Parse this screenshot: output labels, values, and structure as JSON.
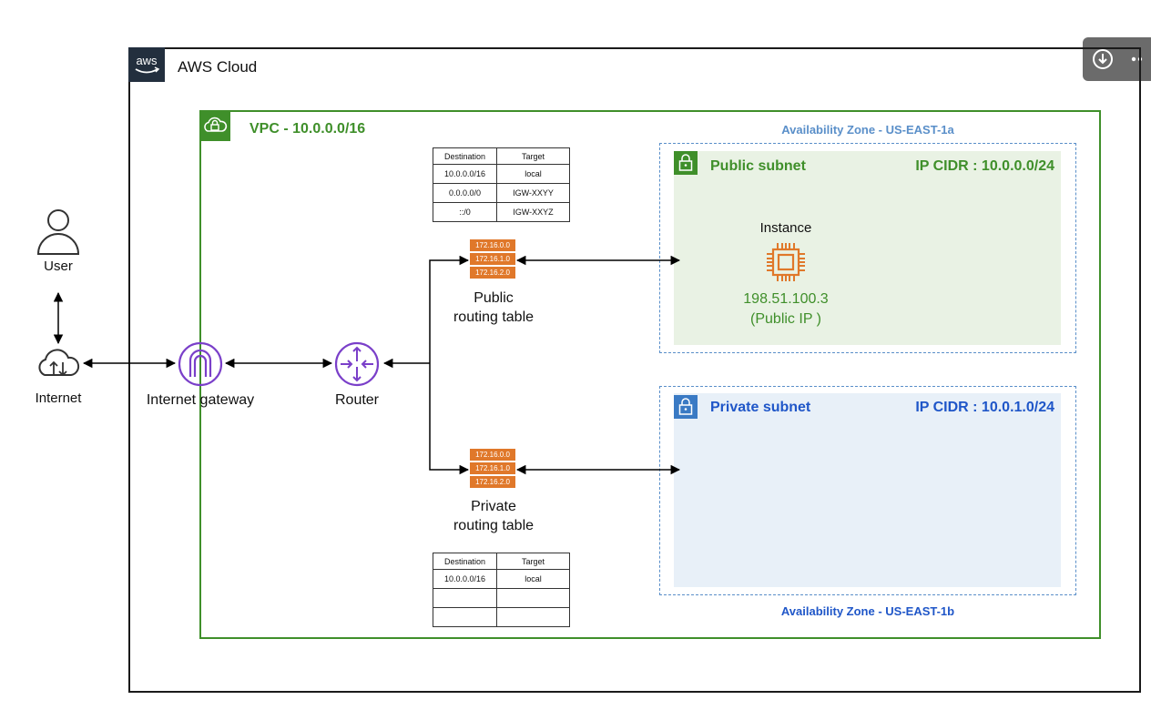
{
  "cloud": {
    "logo_text": "aws",
    "title": "AWS Cloud"
  },
  "vpc": {
    "title": "VPC - 10.0.0.0/16"
  },
  "availability_zones": [
    {
      "label": "Availability Zone - US-EAST-1a"
    },
    {
      "label": "Availability Zone - US-EAST-1b"
    }
  ],
  "public_subnet": {
    "title": "Public subnet",
    "cidr": "IP CIDR : 10.0.0.0/24",
    "instance_label": "Instance",
    "instance_ip": "198.51.100.3",
    "instance_ip_note": "(Public IP )"
  },
  "private_subnet": {
    "title": "Private subnet",
    "cidr": "IP CIDR : 10.0.1.0/24"
  },
  "nodes": {
    "user": "User",
    "internet": "Internet",
    "internet_gateway": "Internet gateway",
    "router": "Router"
  },
  "public_routing_table": {
    "label_line1": "Public",
    "label_line2": "routing table",
    "stack": [
      "172.16.0.0",
      "172.16.1.0",
      "172.16.2.0"
    ],
    "headers": [
      "Destination",
      "Target"
    ],
    "rows": [
      [
        "10.0.0.0/16",
        "local"
      ],
      [
        "0.0.0.0/0",
        "IGW-XXYY"
      ],
      [
        "::/0",
        "IGW-XXYZ"
      ]
    ]
  },
  "private_routing_table": {
    "label_line1": "Private",
    "label_line2": "routing table",
    "stack": [
      "172.16.0.0",
      "172.16.1.0",
      "172.16.2.0"
    ],
    "headers": [
      "Destination",
      "Target"
    ],
    "rows": [
      [
        "10.0.0.0/16",
        "local"
      ],
      [
        "",
        ""
      ],
      [
        "",
        ""
      ]
    ]
  },
  "colors": {
    "vpc_green": "#3f8f2a",
    "public_bg": "#e9f2e4",
    "private_bg": "#e8f0f8",
    "private_blue": "#1f56c8",
    "az_blue": "#5a8fc9",
    "aws_dark": "#232f3e",
    "compute_orange": "#e0782a",
    "network_purple": "#7a3fc9"
  }
}
